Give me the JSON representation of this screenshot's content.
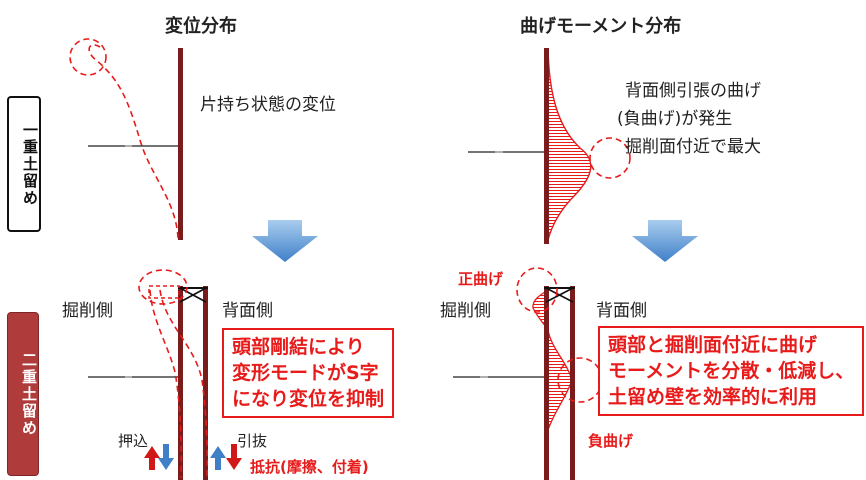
{
  "titles": {
    "displacement": "変位分布",
    "moment": "曲げモーメント分布"
  },
  "row_labels": {
    "single": "一重土留め",
    "double": "二重土留め"
  },
  "top_left": {
    "note": "片持ち状態の変位"
  },
  "top_right": {
    "note_lines": [
      "背面側引張の曲げ",
      "(負曲げ)が発生",
      "掘削面付近で最大"
    ]
  },
  "bottom_left": {
    "excavation_side": "掘削側",
    "back_side": "背面側",
    "callout_lines": [
      "頭部剛結により",
      "変形モードがS字",
      "になり変位を抑制"
    ],
    "push_in": "押込",
    "pull_out": "引抜",
    "resistance": "抵抗(摩擦、付着)"
  },
  "bottom_right": {
    "excavation_side": "掘削側",
    "back_side": "背面側",
    "positive_bending": "正曲げ",
    "negative_bending": "負曲げ",
    "callout_lines": [
      "頭部と掘削面付近に曲げ",
      "モーメントを分散・低減し、",
      "土留め壁を効率的に利用"
    ]
  },
  "colors": {
    "wall": "#7a1c1c",
    "accent_red": "#e81b1b",
    "arrow_blue_start": "#9cc3ea",
    "arrow_blue_end": "#3f7fc8",
    "double_label_bg": "#b03b3b"
  }
}
